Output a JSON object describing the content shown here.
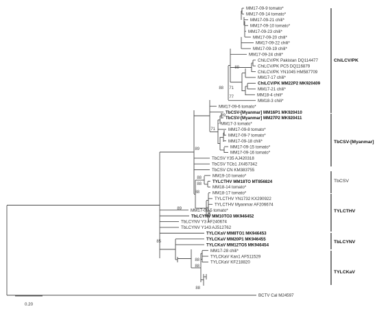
{
  "taxa": [
    {
      "label": "MM17-09-9 tomato*",
      "bold": false
    },
    {
      "label": "MM17-09-14 tomato*",
      "bold": false
    },
    {
      "label": "MM17-09-21 chili*",
      "bold": false
    },
    {
      "label": "MM17-09-10 tomato*",
      "bold": false
    },
    {
      "label": "MM17-09-23 chili*",
      "bold": false
    },
    {
      "label": "MM17-09-20 chili*",
      "bold": false
    },
    {
      "label": "MM17-09-22 chili*",
      "bold": false
    },
    {
      "label": "MM17-09-19 chili*",
      "bold": false
    },
    {
      "label": "MM17-09-24 chili*",
      "bold": false
    },
    {
      "label": "ChiLCV/PK Pakistan DQ114477",
      "bold": false
    },
    {
      "label": "ChiLCV/PK PC5 DQ116879",
      "bold": false
    },
    {
      "label": "ChiLCV/PK YN1045 HM587709",
      "bold": false
    },
    {
      "label": "MM17-17 chili*",
      "bold": false
    },
    {
      "label": "ChiLCV/PK MM22P2 MK920409",
      "bold": true
    },
    {
      "label": "MM17-21 chili*",
      "bold": false
    },
    {
      "label": "MM18-4 chili*",
      "bold": false
    },
    {
      "label": "MM18-3 chili*",
      "bold": false
    },
    {
      "label": "MM17-09-6 tomato*",
      "bold": false
    },
    {
      "label": "TbCSV-[Myanmar] MM16P1 MK920410",
      "bold": true
    },
    {
      "label": "TbCSV-[Myanmar] MM27P2 MK920411",
      "bold": true
    },
    {
      "label": "MM17-3  tomato*",
      "bold": false
    },
    {
      "label": "MM17-09-8 tomato*",
      "bold": false
    },
    {
      "label": "MM17-09-7 tomato*",
      "bold": false
    },
    {
      "label": "MM17-09-18 chili*",
      "bold": false
    },
    {
      "label": "MM17-09-15 tomato*",
      "bold": false
    },
    {
      "label": "MM17-09-16 tomato*",
      "bold": false
    },
    {
      "label": "TbCSV Y35 AJ420318",
      "bold": false
    },
    {
      "label": "TbCSV TCb1 JX457342",
      "bold": false
    },
    {
      "label": "TbCSV CN KM383755",
      "bold": false
    },
    {
      "label": "MM19-10 tomato*",
      "bold": false
    },
    {
      "label": "TYLCTHV MM18TO MT856824",
      "bold": true
    },
    {
      "label": "MM18-14 tomato*",
      "bold": false
    },
    {
      "label": "MM18-17 tomato*",
      "bold": false
    },
    {
      "label": "TYLCTHV YN1732 KX290922",
      "bold": false
    },
    {
      "label": "TYLCTHV Myanmar AF206674",
      "bold": false
    },
    {
      "label": "MM17-09-5 tomato*",
      "bold": false
    },
    {
      "label": "TbLCYNV MM10TO3 MK946452",
      "bold": true
    },
    {
      "label": "TbLCYNV Y3 AF240674",
      "bold": false
    },
    {
      "label": "TbLCYNV Y143 AJ512762",
      "bold": false
    },
    {
      "label": "TYLCKaV MM8TO1 MK946453",
      "bold": true
    },
    {
      "label": "TYLCKaV MM20P1 MK946455",
      "bold": true
    },
    {
      "label": "TYLCKaV MM12TO5 MK946454",
      "bold": true
    },
    {
      "label": "MM17-28 chili*",
      "bold": false
    },
    {
      "label": "TYLCKaV Kan1 AF511529",
      "bold": false
    },
    {
      "label": "TYLCKaV KF218820",
      "bold": false
    },
    {
      "label": "BCTV Cal   M24597",
      "bold": false
    }
  ],
  "bootstrap_values": [
    "89",
    "71",
    "77",
    "88",
    "89",
    "71",
    "89",
    "88",
    "88",
    "88",
    "89",
    "85",
    "88",
    "88",
    "88"
  ],
  "groups": [
    {
      "label": "ChiLCV/PK",
      "bold": true
    },
    {
      "label": "TbCSV-[Myanmar]",
      "bold": true
    },
    {
      "label": "TbCSV",
      "bold": false
    },
    {
      "label": "TYLCTHV",
      "bold": true
    },
    {
      "label": "TbLCYNV",
      "bold": true
    },
    {
      "label": "TYLCKaV",
      "bold": true
    }
  ],
  "scale_bar": {
    "label": "0.20"
  }
}
